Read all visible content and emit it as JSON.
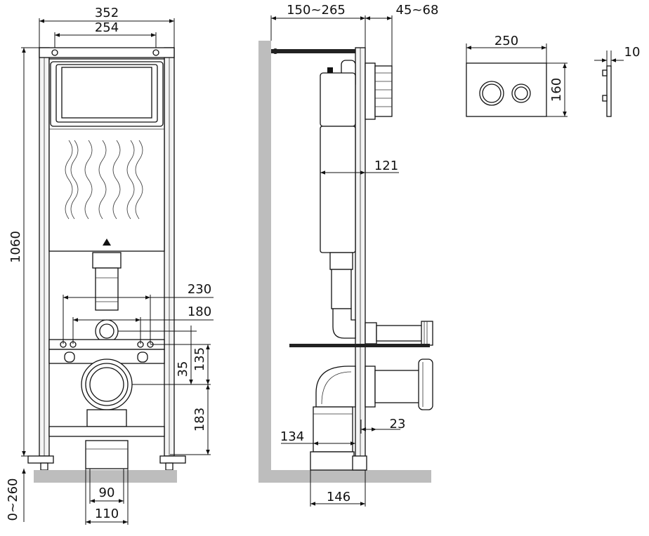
{
  "dimensions": {
    "frame_width": "352",
    "top_mount_spacing": "254",
    "frame_height": "1060",
    "leg_extension": "0~260",
    "upper_bolt_spacing": "230",
    "lower_bolt_spacing": "180",
    "drain_offset_35": "35",
    "drain_offset_135": "135",
    "outlet_height": "183",
    "inlet_diameter": "90",
    "outlet_diameter": "110",
    "wall_distance": "150~265",
    "flush_depth": "45~68",
    "cistern_depth": "121",
    "bend_offset": "134",
    "bottom_offset": "23",
    "base_depth": "146",
    "plate_width": "250",
    "plate_height": "160",
    "plate_thickness": "10"
  }
}
